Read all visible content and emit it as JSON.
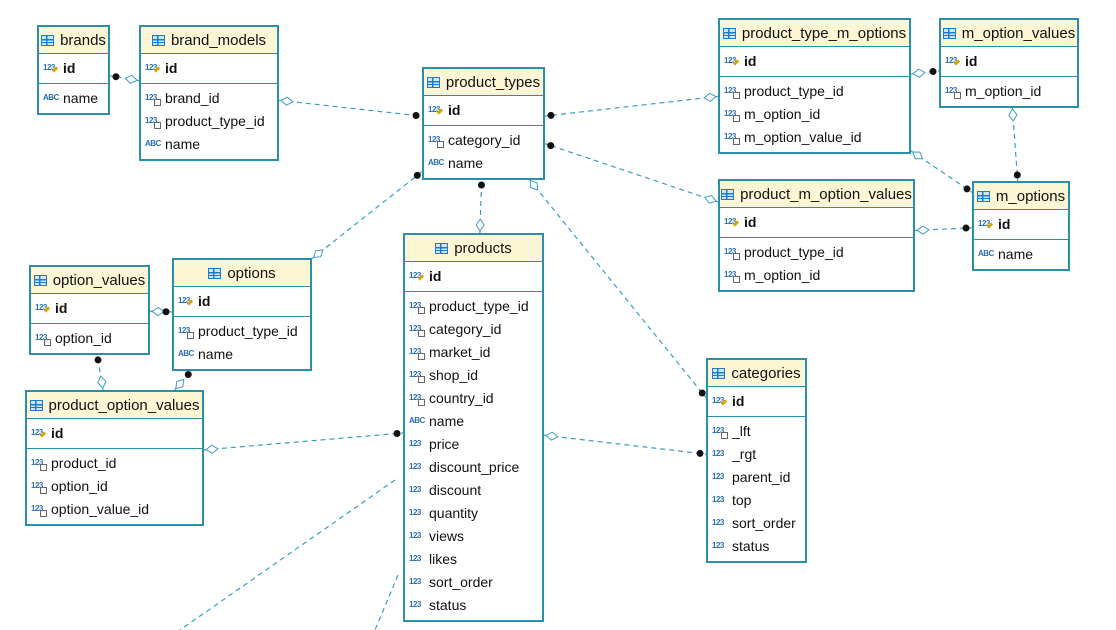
{
  "diagram": {
    "tables": [
      {
        "id": "brands",
        "title": "brands",
        "pk": [
          {
            "label": "id",
            "icon": "123-key-icon"
          }
        ],
        "cols": [
          {
            "label": "name",
            "icon": "abc-icon"
          }
        ]
      },
      {
        "id": "brand_models",
        "title": "brand_models",
        "pk": [
          {
            "label": "id",
            "icon": "123-key-icon"
          }
        ],
        "cols": [
          {
            "label": "brand_id",
            "icon": "123-fk-icon"
          },
          {
            "label": "product_type_id",
            "icon": "123-fk-icon"
          },
          {
            "label": "name",
            "icon": "abc-icon"
          }
        ]
      },
      {
        "id": "product_types",
        "title": "product_types",
        "pk": [
          {
            "label": "id",
            "icon": "123-key-icon"
          }
        ],
        "cols": [
          {
            "label": "category_id",
            "icon": "123-fk-icon"
          },
          {
            "label": "name",
            "icon": "abc-icon"
          }
        ]
      },
      {
        "id": "product_type_m_options",
        "title": "product_type_m_options",
        "pk": [
          {
            "label": "id",
            "icon": "123-key-icon"
          }
        ],
        "cols": [
          {
            "label": "product_type_id",
            "icon": "123-fk-icon"
          },
          {
            "label": "m_option_id",
            "icon": "123-fk-icon"
          },
          {
            "label": "m_option_value_id",
            "icon": "123-fk-icon"
          }
        ]
      },
      {
        "id": "m_option_values",
        "title": "m_option_values",
        "pk": [
          {
            "label": "id",
            "icon": "123-key-icon"
          }
        ],
        "cols": [
          {
            "label": "m_option_id",
            "icon": "123-fk-icon"
          }
        ]
      },
      {
        "id": "product_m_option_values",
        "title": "product_m_option_values",
        "pk": [
          {
            "label": "id",
            "icon": "123-key-icon"
          }
        ],
        "cols": [
          {
            "label": "product_type_id",
            "icon": "123-fk-icon"
          },
          {
            "label": "m_option_id",
            "icon": "123-fk-icon"
          }
        ]
      },
      {
        "id": "m_options",
        "title": "m_options",
        "pk": [
          {
            "label": "id",
            "icon": "123-key-icon"
          }
        ],
        "cols": [
          {
            "label": "name",
            "icon": "abc-icon"
          }
        ]
      },
      {
        "id": "option_values",
        "title": "option_values",
        "pk": [
          {
            "label": "id",
            "icon": "123-key-icon"
          }
        ],
        "cols": [
          {
            "label": "option_id",
            "icon": "123-fk-icon"
          }
        ]
      },
      {
        "id": "options",
        "title": "options",
        "pk": [
          {
            "label": "id",
            "icon": "123-key-icon"
          }
        ],
        "cols": [
          {
            "label": "product_type_id",
            "icon": "123-fk-icon"
          },
          {
            "label": "name",
            "icon": "abc-icon"
          }
        ]
      },
      {
        "id": "products",
        "title": "products",
        "pk": [
          {
            "label": "id",
            "icon": "123-key-icon"
          }
        ],
        "cols": [
          {
            "label": "product_type_id",
            "icon": "123-fk-icon"
          },
          {
            "label": "category_id",
            "icon": "123-fk-icon"
          },
          {
            "label": "market_id",
            "icon": "123-fk-icon"
          },
          {
            "label": "shop_id",
            "icon": "123-fk-icon"
          },
          {
            "label": "country_id",
            "icon": "123-fk-icon"
          },
          {
            "label": "name",
            "icon": "abc-icon"
          },
          {
            "label": "price",
            "icon": "123-icon"
          },
          {
            "label": "discount_price",
            "icon": "123-icon"
          },
          {
            "label": "discount",
            "icon": "123-icon"
          },
          {
            "label": "quantity",
            "icon": "123-icon"
          },
          {
            "label": "views",
            "icon": "123-icon"
          },
          {
            "label": "likes",
            "icon": "123-icon"
          },
          {
            "label": "sort_order",
            "icon": "123-icon"
          },
          {
            "label": "status",
            "icon": "123-icon"
          }
        ]
      },
      {
        "id": "product_option_values",
        "title": "product_option_values",
        "pk": [
          {
            "label": "id",
            "icon": "123-key-icon"
          }
        ],
        "cols": [
          {
            "label": "product_id",
            "icon": "123-fk-icon"
          },
          {
            "label": "option_id",
            "icon": "123-fk-icon"
          },
          {
            "label": "option_value_id",
            "icon": "123-fk-icon"
          }
        ]
      },
      {
        "id": "categories",
        "title": "categories",
        "pk": [
          {
            "label": "id",
            "icon": "123-key-icon"
          }
        ],
        "cols": [
          {
            "label": "_lft",
            "icon": "123-fk-icon"
          },
          {
            "label": "_rgt",
            "icon": "123-icon"
          },
          {
            "label": "parent_id",
            "icon": "123-icon"
          },
          {
            "label": "top",
            "icon": "123-icon"
          },
          {
            "label": "sort_order",
            "icon": "123-icon"
          },
          {
            "label": "status",
            "icon": "123-icon"
          }
        ]
      }
    ],
    "relations": [
      {
        "from": "brand_models",
        "to": "brands"
      },
      {
        "from": "brand_models",
        "to": "product_types"
      },
      {
        "from": "product_type_m_options",
        "to": "product_types"
      },
      {
        "from": "product_type_m_options",
        "to": "m_option_values"
      },
      {
        "from": "product_type_m_options",
        "to": "m_options"
      },
      {
        "from": "m_option_values",
        "to": "m_options"
      },
      {
        "from": "product_m_option_values",
        "to": "product_types"
      },
      {
        "from": "product_m_option_values",
        "to": "m_options"
      },
      {
        "from": "options",
        "to": "product_types"
      },
      {
        "from": "products",
        "to": "product_types"
      },
      {
        "from": "product_types",
        "to": "categories"
      },
      {
        "from": "option_values",
        "to": "options"
      },
      {
        "from": "product_option_values",
        "to": "option_values"
      },
      {
        "from": "product_option_values",
        "to": "options"
      },
      {
        "from": "product_option_values",
        "to": "products"
      },
      {
        "from": "products",
        "to": "categories"
      }
    ],
    "colors": {
      "border": "#2a8fa9",
      "header_bg": "#fdf6d4",
      "link": "#3a9ec4",
      "table_icon": "#1a7bd0"
    }
  }
}
